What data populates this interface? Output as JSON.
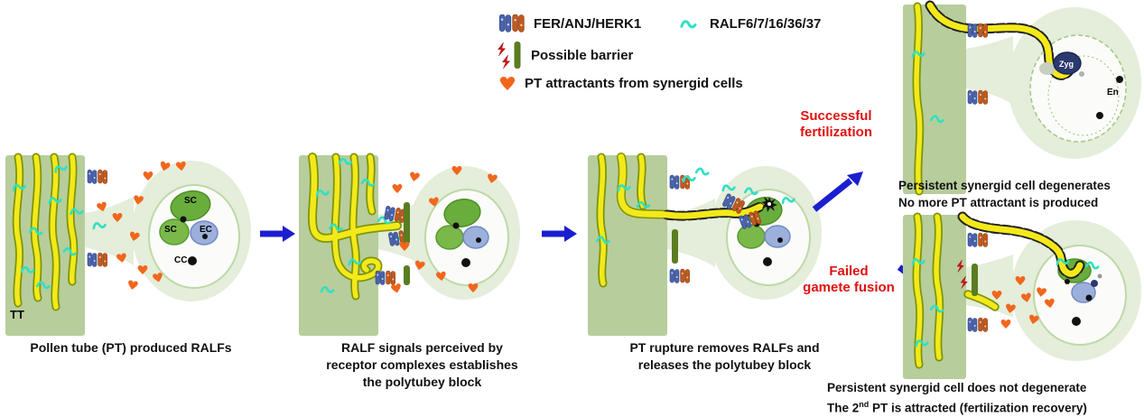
{
  "figure": {
    "background": "#ffffff"
  },
  "legend": {
    "receptor_label": "FER/ANJ/HERK1",
    "ralf_label": "RALF6/7/16/36/37",
    "barrier_label": "Possible barrier",
    "attractant_label": "PT attractants from synergid cells"
  },
  "panels": {
    "p1": {
      "caption": "Pollen tube (PT) produced RALFs",
      "tt_label": "TT",
      "sc_label": "SC",
      "ec_label": "EC",
      "cc_label": "CC"
    },
    "p2": {
      "caption_lines": [
        "RALF signals perceived by",
        "receptor complexes establishes",
        "the polytubey block"
      ]
    },
    "p3": {
      "caption_lines": [
        "PT rupture removes RALFs and",
        "releases the polytubey block"
      ]
    },
    "p4": {
      "caption_lines": [
        "Persistent synergid cell degenerates",
        "No more PT attractant is produced"
      ],
      "zygote_label": "Zyg",
      "endosperm_label": "En"
    },
    "p5": {
      "caption_line1": "Persistent synergid cell does not degenerate",
      "caption_line2_prefix": "The 2",
      "caption_line2_sup": "nd",
      "caption_line2_suffix": " PT is attracted (fertilization recovery)"
    }
  },
  "branches": {
    "success_lines": [
      "Successful",
      "fertilization"
    ],
    "failed_lines": [
      "Failed",
      "gamete fusion"
    ]
  },
  "colors": {
    "tract_green": "#b7cd9c",
    "halo_green": "#e4eeda",
    "tube_yellow": "#f3e91a",
    "tube_outline": "#7e9408",
    "synergid_green": "#69ad3c",
    "egg_blue": "#9cb0dc",
    "zygote_navy": "#2b3a6e",
    "receptor_blue": "#4a63ae",
    "receptor_orange": "#c05a1f",
    "ralf_cyan": "#2fe0c4",
    "attractant_orange": "#f2661c",
    "barrier_green": "#5a7d20",
    "bolt_red": "#d01414",
    "arrow_blue": "#1b1ecf",
    "branch_text_red": "#e01111"
  }
}
